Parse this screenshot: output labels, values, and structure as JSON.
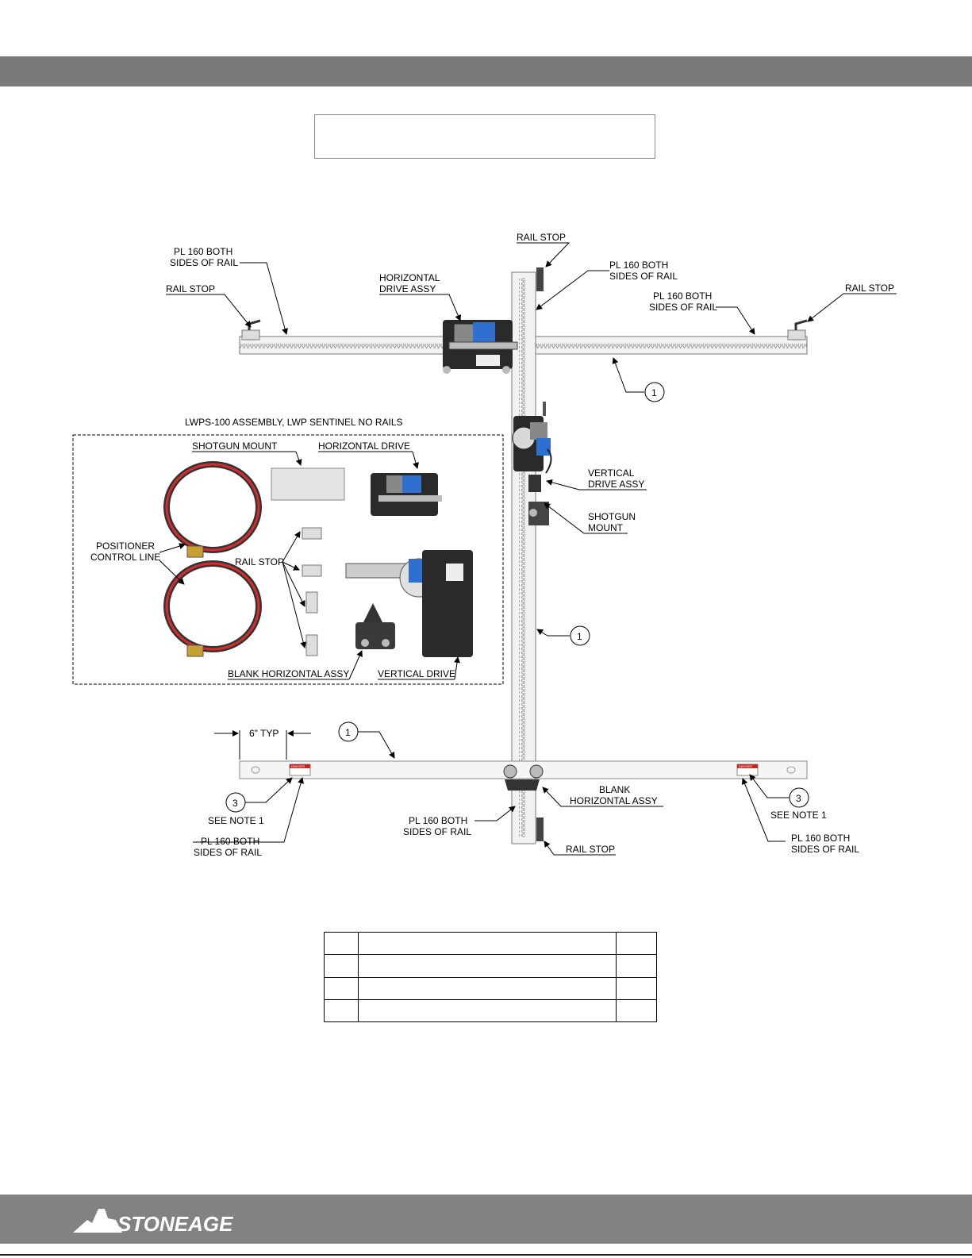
{
  "labels": {
    "rail_stop": "RAIL STOP",
    "pl160_both_sides": "PL 160 BOTH",
    "sides_of_rail": "SIDES OF RAIL",
    "horizontal_drive_assy_1": "HORIZONTAL",
    "horizontal_drive_assy_2": "DRIVE ASSY",
    "vertical_drive_assy_1": "VERTICAL",
    "vertical_drive_assy_2": "DRIVE ASSY",
    "shotgun_mount_1": "SHOTGUN",
    "shotgun_mount_2": "MOUNT",
    "blank_horizontal_1": "BLANK",
    "blank_horizontal_2": "HORIZONTAL ASSY",
    "six_typ": "6\" TYP",
    "see_note_1": "SEE NOTE 1",
    "callout_1": "1",
    "callout_3": "3",
    "danger": "DANGER"
  },
  "inset": {
    "title": "LWPS-100 ASSEMBLY, LWP SENTINEL NO RAILS",
    "shotgun_mount": "SHOTGUN MOUNT",
    "horizontal_drive": "HORIZONTAL DRIVE",
    "positioner_1": "POSITIONER",
    "positioner_2": "CONTROL LINE",
    "rail_stop": "RAIL STOP",
    "blank_horizontal_assy": "BLANK HORIZONTAL ASSY",
    "vertical_drive": "VERTICAL DRIVE"
  },
  "bom_rows": [
    [
      "",
      "",
      ""
    ],
    [
      "",
      "",
      ""
    ],
    [
      "",
      "",
      ""
    ],
    [
      "",
      "",
      ""
    ]
  ],
  "footer": {
    "logo_text": "STONEAGE"
  },
  "colors": {
    "header_bar": "#7a7a7a",
    "footer_bar": "#828282",
    "rail_fill": "#f1f1f1",
    "drive_blue": "#2f6fd0",
    "danger_red": "#cc2222",
    "hose_red": "#d92b2b"
  }
}
